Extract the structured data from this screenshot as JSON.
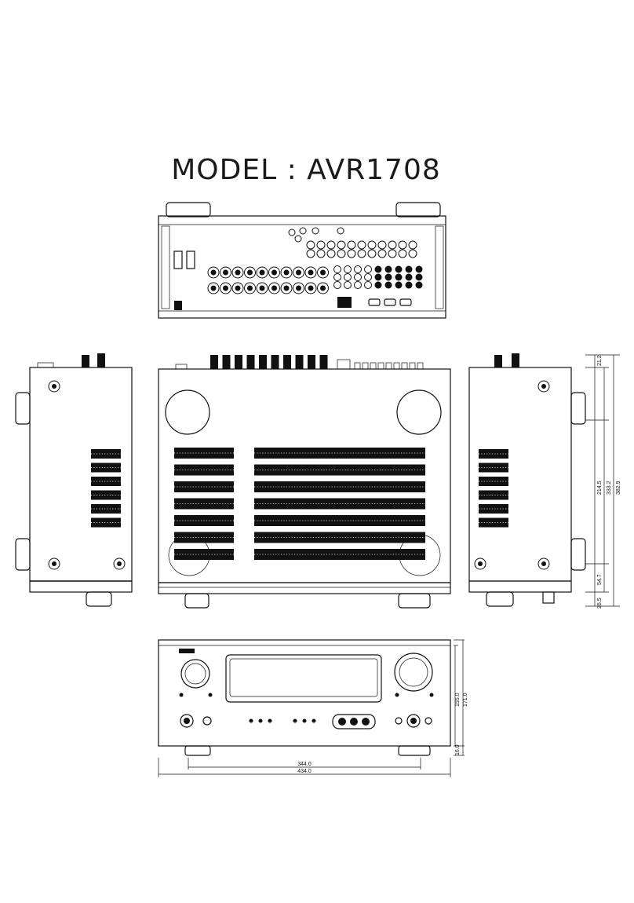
{
  "title": "MODEL : AVR1708",
  "dimensions": {
    "side_right": [
      "21.2",
      "214.5",
      "333.2",
      "382.9",
      "54.7",
      "26.5"
    ],
    "front_right": [
      "155.0",
      "171.0",
      "16.0"
    ],
    "front_bottom": [
      "344.0",
      "434.0"
    ]
  },
  "colors": {
    "ink": "#111111",
    "paper": "#ffffff"
  }
}
